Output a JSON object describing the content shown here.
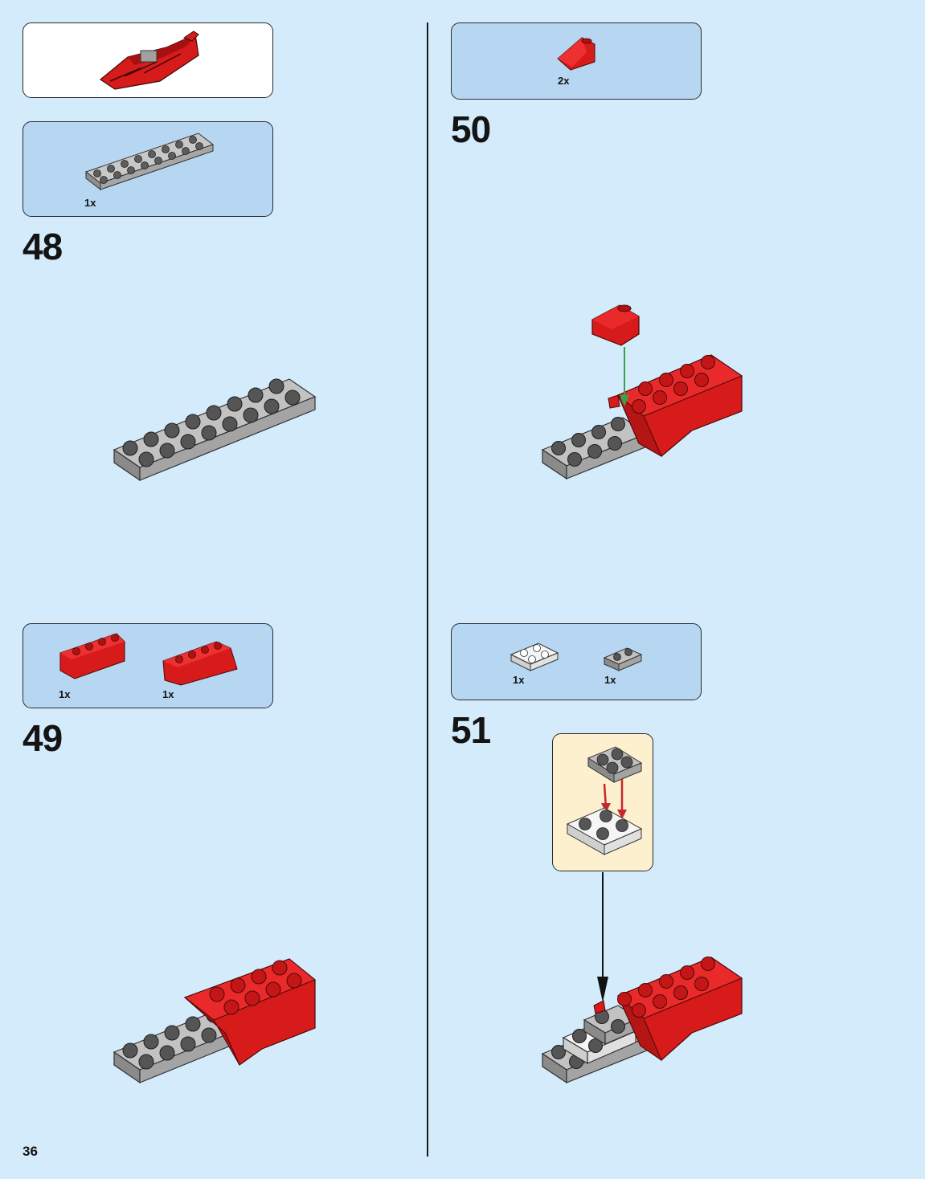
{
  "page": {
    "number": "36"
  },
  "steps": [
    {
      "number": "48",
      "parts": [
        {
          "qty": "1x",
          "part": "gray 2x8 plate"
        }
      ]
    },
    {
      "number": "49",
      "parts": [
        {
          "qty": "1x",
          "part": "red wedge left"
        },
        {
          "qty": "1x",
          "part": "red wedge right"
        }
      ]
    },
    {
      "number": "50",
      "parts": [
        {
          "qty": "2x",
          "part": "red slope 1x1"
        }
      ]
    },
    {
      "number": "51",
      "parts": [
        {
          "qty": "1x",
          "part": "white 2x2 plate"
        },
        {
          "qty": "1x",
          "part": "gray 1x2 plate"
        }
      ]
    }
  ],
  "colors": {
    "background": "#d3ebfb",
    "parts_box": "#b6d6f2",
    "submodel_box": "#fdf0cf",
    "brick_red": "#d71a1a",
    "brick_gray": "#a0a0a0",
    "brick_white": "#f2f2f2",
    "arrow_green": "#3aa04a",
    "arrow_red": "#c9262c"
  }
}
